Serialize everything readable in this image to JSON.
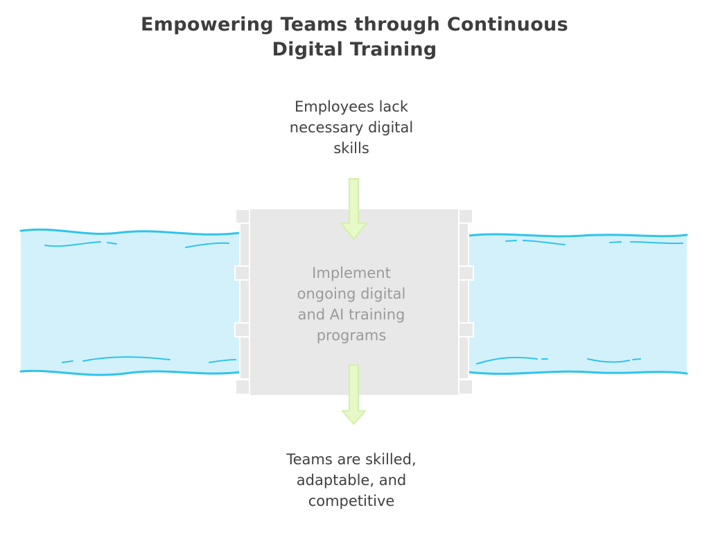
{
  "title": {
    "line1": "Empowering Teams through Continuous",
    "line2": "Digital Training"
  },
  "problem": {
    "line1": "Employees lack",
    "line2": "necessary digital",
    "line3": "skills"
  },
  "solution": {
    "line1": "Implement",
    "line2": "ongoing digital",
    "line3": "and AI training",
    "line4": "programs"
  },
  "outcome": {
    "line1": "Teams are skilled,",
    "line2": "adaptable, and",
    "line3": "competitive"
  },
  "colors": {
    "river_fill": "#d3f1fa",
    "river_stroke": "#2ec3ef",
    "bridge_fill": "#e8e8e8",
    "bridge_edge": "#ffffff",
    "arrow_fill": "#e6f9c7",
    "arrow_stroke": "#d2f0a9",
    "title_text": "#3e3e3e",
    "body_text": "#404040",
    "muted_text": "#9a9a9a"
  },
  "icons": {
    "river": "river-illustration",
    "bridge": "bridge-illustration",
    "arrow_in": "down-arrow-icon",
    "arrow_out": "down-arrow-icon"
  }
}
